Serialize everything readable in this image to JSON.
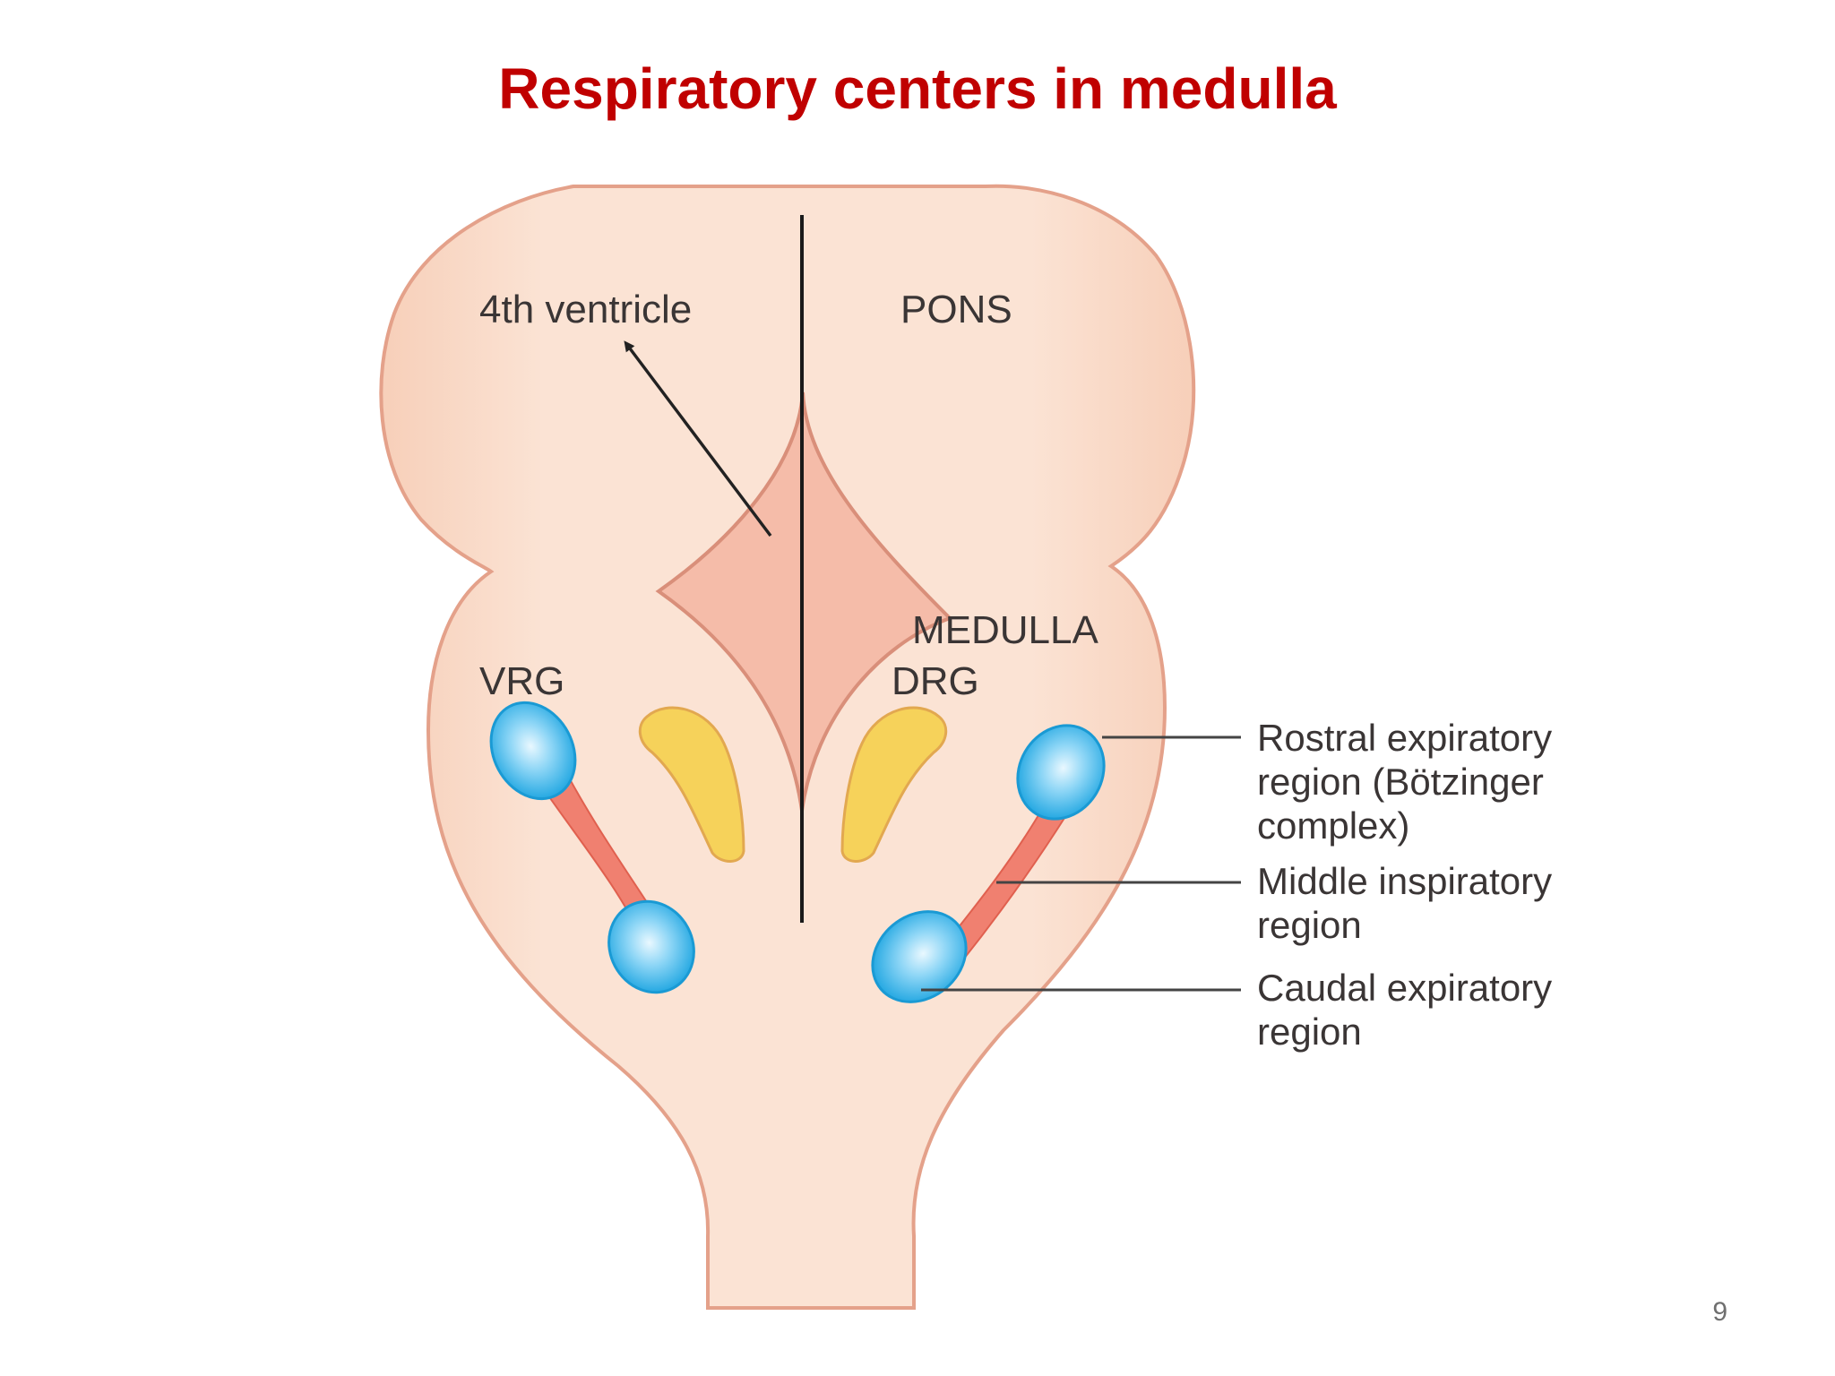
{
  "title": "Respiratory centers in medulla",
  "page_number": "9",
  "diagram": {
    "labels": {
      "ventricle": "4th ventricle",
      "pons": "PONS",
      "medulla": "MEDULLA",
      "vrg": "VRG",
      "drg": "DRG"
    },
    "callouts": {
      "rostral": [
        "Rostral expiratory",
        "region (Bötzinger",
        "complex)"
      ],
      "middle": [
        "Middle inspiratory",
        "region"
      ],
      "caudal": [
        "Caudal expiratory",
        "region"
      ]
    },
    "colors": {
      "title": "#c00000",
      "brainstem_fill": "#fadfcd",
      "brainstem_outline": "#e4a18a",
      "ventricle_fill": "#f5bca9",
      "blue_nucleus": "#3fb6ea",
      "yellow_nucleus": "#f6d25a",
      "connector": "#f08070"
    }
  }
}
